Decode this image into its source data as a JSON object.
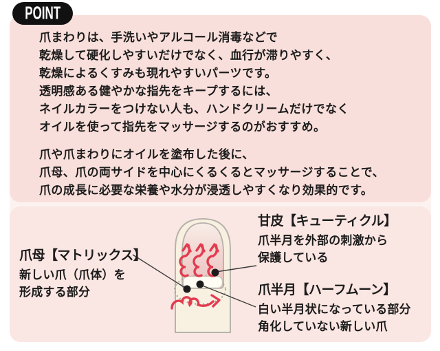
{
  "badge": {
    "label": "POINT"
  },
  "intro": {
    "p1_lines": [
      "爪まわりは、手洗いやアルコール消毒などで",
      "乾燥して硬化しやすいだけでなく、血行が滞りやすく、",
      "乾燥によるくすみも現れやすいパーツです。",
      "透明感ある健やかな指先をキープするには、",
      "ネイルカラーをつけない人も、ハンドクリームだけでなく",
      "オイルを使って指先をマッサージするのがおすすめ。"
    ],
    "p2_lines": [
      "爪や爪まわりにオイルを塗布した後に、",
      "爪母、爪の両サイドを中心にくるくるとマッサージすることで、",
      "爪の成長に必要な栄養や水分が浸透しやすくなり効果的です。"
    ]
  },
  "diagram": {
    "matrix": {
      "title": "爪母【マトリックス】",
      "line1": "新しい爪（爪体）を",
      "line2": "形成する部分"
    },
    "cuticle": {
      "title": "甘皮【キューティクル】",
      "line1": "爪半月を外部の刺激から",
      "line2": "保護している"
    },
    "half_moon": {
      "title": "爪半月【ハーフムーン】",
      "line1": "白い半月状になっている部分",
      "line2": "角化していない新しい爪"
    },
    "icons": [
      "massage-swirl-up-arrow",
      "massage-swirl-right-arrow",
      "marker-dot"
    ]
  },
  "colors": {
    "panel_pink": "#f9dfdb",
    "panel_pink_light": "#fae6e2",
    "badge_bg": "#111111",
    "badge_text": "#ffffff",
    "accent_red": "#e23c50",
    "finger_skin": "#f8f0e0",
    "nail_pink": "#edc6c3",
    "half_moon_white": "#fffdf4",
    "text": "#1c1c1c"
  }
}
